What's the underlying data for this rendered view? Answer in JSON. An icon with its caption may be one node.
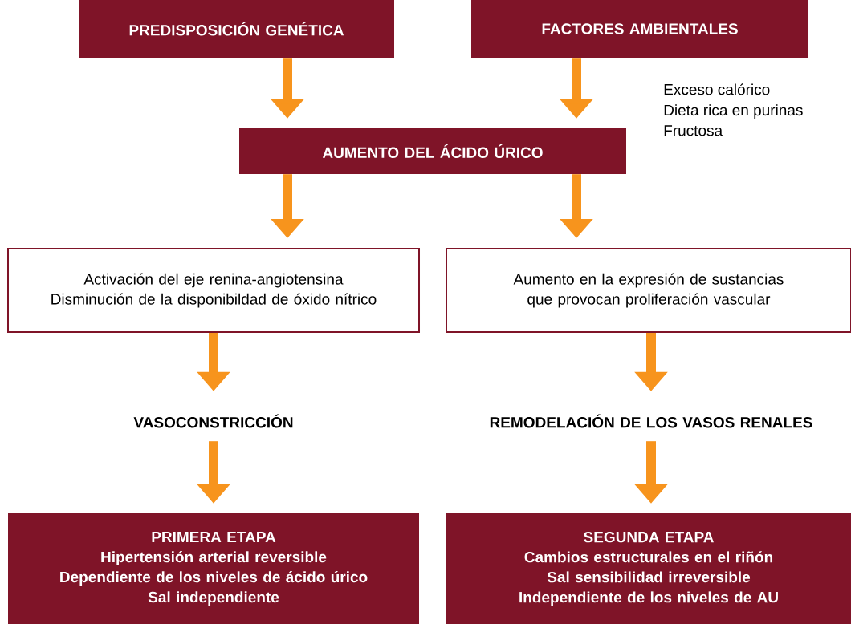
{
  "diagram": {
    "nodes": [
      {
        "text": [
          "PREDISPOSICIÓN GENÉTICA"
        ]
      },
      {
        "text": [
          "FACTORES AMBIENTALES"
        ]
      },
      {
        "text": [
          "AUMENTO DEL ÁCIDO ÚRICO"
        ]
      },
      {
        "text": [
          "Activación del eje renina-angiotensina",
          "Disminución de la disponibildad de óxido nítrico"
        ]
      },
      {
        "text": [
          "Aumento en la expresión de sustancias que provocan proliferación vascular"
        ]
      },
      {
        "text": [
          "VASOCONSTRICCIÓN"
        ]
      },
      {
        "text": [
          "REMODELACIÓN DE LOS VASOS RENALES"
        ]
      },
      {
        "text": [
          "PRIMERA ETAPA",
          "Hipertensión arterial reversible",
          "Dependiente de los niveles de ácido úrico",
          "Sal independiente"
        ]
      },
      {
        "text": [
          "SEGUNDA ETAPA",
          "Cambios estructurales en el riñón",
          "Sal sensibilidad irreversible",
          "Independiente de los niveles de AU"
        ]
      }
    ],
    "edges": [
      {
        "from": 0,
        "to": 2,
        "arrow": "to"
      },
      {
        "from": 1,
        "to": 2,
        "arrow": "to"
      },
      {
        "from": 2,
        "to": 3,
        "arrow": "to"
      },
      {
        "from": 2,
        "to": 4,
        "arrow": "to"
      },
      {
        "from": 3,
        "to": 5,
        "arrow": "to"
      },
      {
        "from": 4,
        "to": 6,
        "arrow": "to"
      },
      {
        "from": 5,
        "to": 7,
        "arrow": "to"
      },
      {
        "from": 6,
        "to": 8,
        "arrow": "to"
      }
    ],
    "labels": [
      "Exceso calórico",
      "Dieta rica en purinas",
      "Fructosa"
    ]
  }
}
